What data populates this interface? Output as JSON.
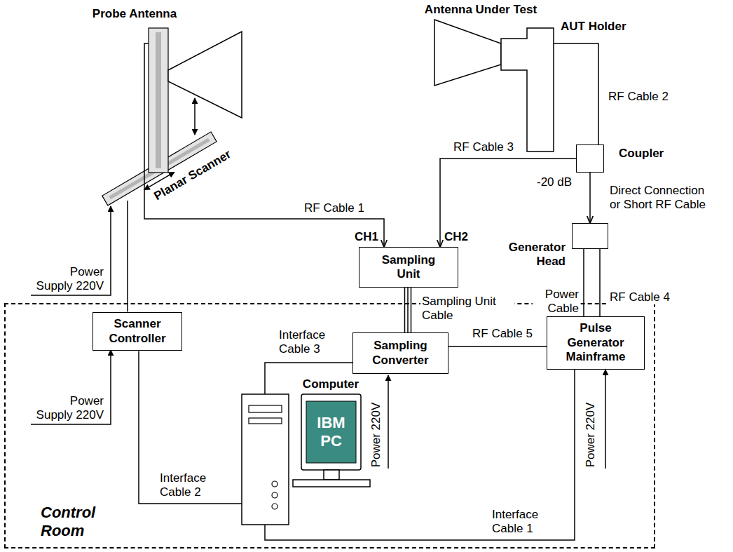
{
  "diagram": {
    "nodes": [
      {
        "text": [
          "Probe Antenna"
        ]
      },
      {
        "text": [
          "Planar Scanner"
        ]
      },
      {
        "text": [
          "Antenna Under Test"
        ]
      },
      {
        "text": [
          "AUT Holder"
        ]
      },
      {
        "text": [
          "Coupler"
        ]
      },
      {
        "text": [
          "Generator Head"
        ]
      },
      {
        "text": [
          "Sampling Unit"
        ]
      },
      {
        "text": [
          "Control Room"
        ]
      },
      {
        "text": [
          "Scanner Controller"
        ],
        "in": 7
      },
      {
        "text": [
          "Sampling Converter"
        ],
        "in": 7
      },
      {
        "text": [
          "Pulse Generator Mainframe"
        ],
        "in": 7
      },
      {
        "text": [
          "Computer",
          "IBM PC"
        ],
        "in": 7
      }
    ],
    "edges": [
      {
        "from": 0,
        "to": 6,
        "label": "RF Cable 1",
        "arrow": "to"
      },
      {
        "from": 3,
        "to": 4,
        "label": "RF Cable 2",
        "arrow": "none"
      },
      {
        "from": 4,
        "to": 6,
        "label": "RF Cable 3",
        "arrow": "to"
      },
      {
        "from": 4,
        "to": 5,
        "label": "Direct Connection or Short RF Cable",
        "arrow": "to"
      },
      {
        "from": 6,
        "to": 9,
        "label": "Sampling Unit Cable",
        "arrow": "none"
      },
      {
        "from": 5,
        "to": 10,
        "label": "Power Cable",
        "arrow": "none"
      },
      {
        "from": 5,
        "to": 10,
        "label": "RF Cable 4",
        "arrow": "none"
      },
      {
        "from": 9,
        "to": 10,
        "label": "RF Cable 5",
        "arrow": "none"
      },
      {
        "from": 11,
        "to": 9,
        "label": "Interface Cable 3",
        "arrow": "none"
      },
      {
        "from": 11,
        "to": 8,
        "label": "Interface Cable 2",
        "arrow": "none"
      },
      {
        "from": 11,
        "to": 10,
        "label": "Interface Cable 1",
        "arrow": "none"
      },
      {
        "from": 8,
        "to": 1,
        "arrow": "none"
      }
    ],
    "labels": [
      "CH1",
      "CH2",
      "-20 dB",
      "Power Supply 220V",
      "Power Supply 220V",
      "Power 220V",
      "Power 220V"
    ]
  }
}
